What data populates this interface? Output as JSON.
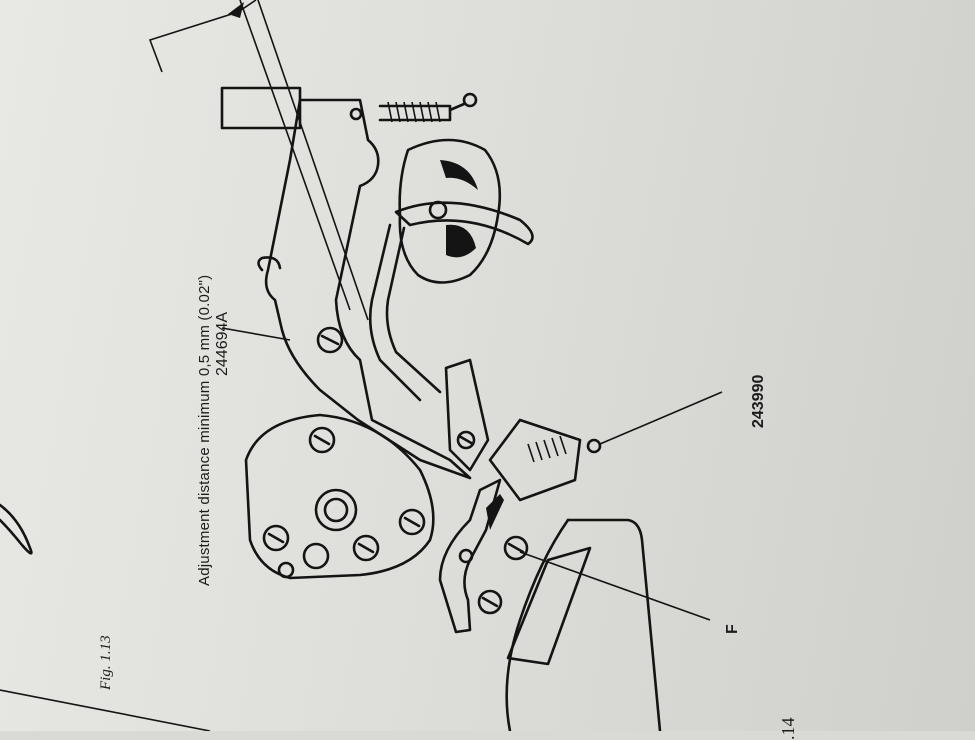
{
  "figure": {
    "fig_label": "Fig. 1.13",
    "page_number_fragment": ".14",
    "adjustment_note": "Adjustment distance minimum 0,5 mm (0.02\")",
    "part_labels": {
      "lever": "244694A",
      "spring": "243990",
      "point_f": "F"
    }
  },
  "colors": {
    "paper": "#dededa",
    "ink": "#141414"
  }
}
